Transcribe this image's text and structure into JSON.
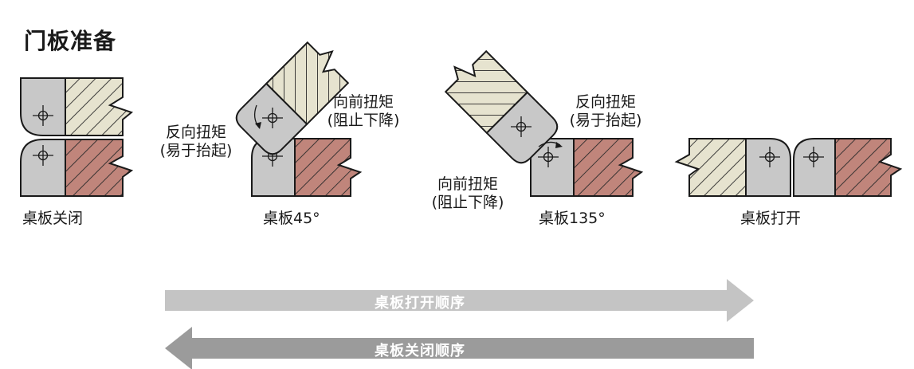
{
  "title": "门板准备",
  "captions": {
    "closed": "桌板关闭",
    "deg45": "桌板45°",
    "deg135": "桌板135°",
    "open": "桌板打开"
  },
  "torque_notes": {
    "reverse_line1": "反向扭矩",
    "reverse_line2": "(易于抬起)",
    "forward_line1": "向前扭矩",
    "forward_line2": "(阻止下降)"
  },
  "arrows": {
    "open_sequence": "桌板打开顺序",
    "close_sequence": "桌板关闭顺序"
  },
  "colors": {
    "hinge_gray": "#c8c8c8",
    "cream_panel": "#e6e3cf",
    "red_panel": "#c0857b",
    "open_arrow": "#c4c4c4",
    "close_arrow": "#9b9b9b"
  }
}
